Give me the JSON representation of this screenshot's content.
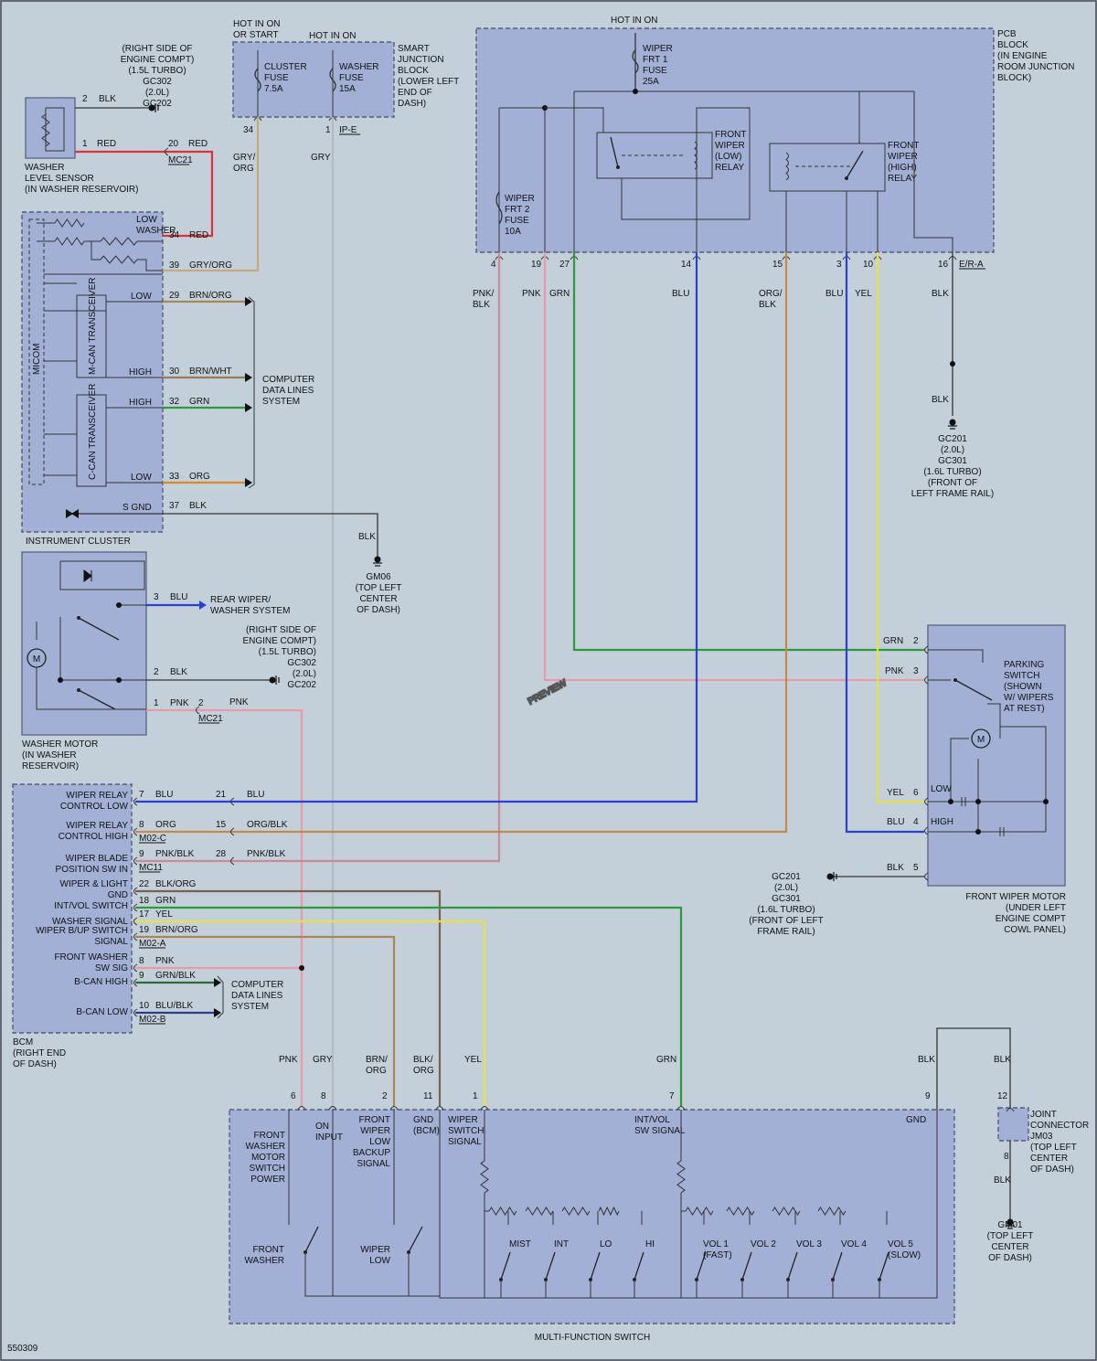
{
  "colors": {
    "RED": "#e0303a",
    "GRY": "#b4b8c0",
    "GRYORG": "#c8a882",
    "BRNORG": "#a9865a",
    "BRNWHT": "#9a7a58",
    "GRN": "#2e9a3c",
    "ORG": "#d98a30",
    "BLK": "#333333",
    "BLU": "#2a3fd6",
    "PNK": "#e89aa8",
    "PNKBLK": "#c98a95",
    "YEL": "#e8e04a",
    "ORGBLK": "#c58a4a",
    "BLKORG": "#7a6050",
    "GRNBLK": "#2e6a3c",
    "BLUBLK": "#2a3f8a"
  },
  "diagram_id": "550309",
  "watermark": "PREVIEW",
  "supply": {
    "hot_on_start": [
      "HOT IN ON",
      "OR START"
    ],
    "hot_on_washer": "HOT IN ON",
    "hot_on_pcb": "HOT IN ON"
  },
  "junction_block": {
    "name": [
      "SMART",
      "JUNCTION",
      "BLOCK",
      "(LOWER LEFT",
      "END OF",
      "DASH)"
    ],
    "cluster_fuse": [
      "CLUSTER",
      "FUSE",
      "7.5A"
    ],
    "washer_fuse": [
      "WASHER",
      "FUSE",
      "15A"
    ],
    "pin_cluster": "34",
    "pin_washer": "1",
    "connector": "IP-E"
  },
  "pcb_block": {
    "name": [
      "PCB",
      "BLOCK",
      "(IN ENGINE",
      "ROOM JUNCTION",
      "BLOCK)"
    ],
    "fuse1": [
      "WIPER",
      "FRT 1",
      "FUSE",
      "25A"
    ],
    "fuse2": [
      "WIPER",
      "FRT 2",
      "FUSE",
      "10A"
    ],
    "relay_low": [
      "FRONT",
      "WIPER",
      "(LOW)",
      "RELAY"
    ],
    "relay_high": [
      "FRONT",
      "WIPER",
      "(HIGH)",
      "RELAY"
    ],
    "pins": [
      "4",
      "19",
      "27",
      "14",
      "15",
      "3",
      "10",
      "16"
    ],
    "connector": "E/R-A",
    "wire_labels": [
      [
        "PNK/",
        "BLK"
      ],
      [
        "PNK"
      ],
      [
        "GRN"
      ],
      [
        "BLU"
      ],
      [
        "ORG/",
        "BLK"
      ],
      [
        "BLU"
      ],
      [
        "YEL"
      ],
      [
        "BLK"
      ]
    ]
  },
  "ground_gc302_top": [
    "(RIGHT SIDE OF",
    "ENGINE COMPT)",
    "(1.5L TURBO)",
    "GC302",
    "(2.0L)",
    "GC202"
  ],
  "washer_sensor": {
    "name": [
      "WASHER",
      "LEVEL SENSOR",
      "(IN WASHER RESERVOIR)"
    ],
    "pin2": "2",
    "pin2_color": "BLK",
    "pin1": "1",
    "pin1_color": "RED",
    "conn_pin": "20",
    "conn_color": "RED",
    "connector": "MC21"
  },
  "cluster": {
    "name": "INSTRUMENT CLUSTER",
    "micom": "MICOM",
    "mcan": "M-CAN TRANSCEIVER",
    "ccan": "C-CAN TRANSCEIVER",
    "low_washer": [
      "LOW",
      "WASHER"
    ],
    "pin34": "34",
    "pin34_color": "RED",
    "pin39": "39",
    "pin39_color": "GRY/ORG",
    "mlow": "LOW",
    "pin29": "29",
    "pin29_color": "BRN/ORG",
    "mhigh": "HIGH",
    "pin30": "30",
    "pin30_color": "BRN/WHT",
    "chigh": "HIGH",
    "pin32": "32",
    "pin32_color": "GRN",
    "clow": "LOW",
    "pin33": "33",
    "pin33_color": "ORG",
    "sgnd": "S GND",
    "pin37": "37",
    "pin37_color": "BLK",
    "data_lines": [
      "COMPUTER",
      "DATA LINES",
      "SYSTEM"
    ],
    "gryorg_label": [
      "GRY/",
      "ORG"
    ],
    "gry_label": "GRY",
    "blk_label": "BLK"
  },
  "gm06": [
    "GM06",
    "(TOP LEFT",
    "CENTER",
    "OF DASH)"
  ],
  "washer_motor": {
    "name": [
      "WASHER MOTOR",
      "(IN WASHER",
      "RESERVOIR)"
    ],
    "pin3": "3",
    "pin3_color": "BLU",
    "rear": [
      "REAR WIPER/",
      "WASHER SYSTEM"
    ],
    "ground": [
      "(RIGHT SIDE OF",
      "ENGINE COMPT)",
      "(1.5L TURBO)",
      "GC302",
      "(2.0L)",
      "GC202"
    ],
    "pin2": "2",
    "pin2_color": "BLK",
    "pin1": "1",
    "pin1_color": "PNK",
    "conn_pin": "2",
    "conn_color": "PNK",
    "connector": "MC21",
    "motor": "M"
  },
  "bcm": {
    "name": [
      "BCM",
      "(RIGHT END",
      "OF DASH)"
    ],
    "rows": [
      {
        "label": [
          "WIPER RELAY",
          "CONTROL LOW"
        ],
        "pin": "7",
        "color": "BLU",
        "conn": "",
        "cpin": "21",
        "ccolor": "BLU"
      },
      {
        "label": [
          "WIPER RELAY",
          "CONTROL HIGH"
        ],
        "pin": "8",
        "color": "ORG",
        "conn": "M02-C",
        "cpin": "15",
        "ccolor": "ORG/BLK"
      },
      {
        "label": [
          "WIPER BLADE",
          "POSITION SW IN"
        ],
        "pin": "9",
        "color": "PNK/BLK",
        "conn": "MC11",
        "cpin": "28",
        "ccolor": "PNK/BLK"
      },
      {
        "label": [
          "WIPER & LIGHT",
          "GND"
        ],
        "pin": "22",
        "color": "BLK/ORG"
      },
      {
        "label": [
          "INT/VOL SWITCH"
        ],
        "pin": "18",
        "color": "GRN"
      },
      {
        "label": [
          "WASHER SIGNAL"
        ],
        "pin": "17",
        "color": "YEL"
      },
      {
        "label": [
          "WIPER B/UP SWITCH",
          "SIGNAL"
        ],
        "pin": "19",
        "color": "BRN/ORG",
        "conn": "M02-A"
      },
      {
        "label": [
          "FRONT WASHER",
          "SW SIG"
        ],
        "pin": "8",
        "color": "PNK"
      },
      {
        "label": [
          "B-CAN HIGH"
        ],
        "pin": "9",
        "color": "GRN/BLK"
      },
      {
        "label": [
          "B-CAN LOW"
        ],
        "pin": "10",
        "color": "BLU/BLK",
        "conn": "M02-B"
      }
    ],
    "data_lines": [
      "COMPUTER",
      "DATA LINES",
      "SYSTEM"
    ]
  },
  "front_motor": {
    "name": [
      "FRONT WIPER MOTOR",
      "(UNDER LEFT",
      "ENGINE COMPT",
      "COWL PANEL)"
    ],
    "parking": [
      "PARKING",
      "SWITCH",
      "(SHOWN",
      "W/ WIPERS",
      "AT REST)"
    ],
    "pins": [
      {
        "color": "GRN",
        "pin": "2"
      },
      {
        "color": "PNK",
        "pin": "3"
      },
      {
        "color": "YEL",
        "pin": "6"
      },
      {
        "color": "BLU",
        "pin": "4"
      },
      {
        "color": "BLK",
        "pin": "5"
      }
    ],
    "low": "LOW",
    "high": "HIGH",
    "motor": "M"
  },
  "ground_gc201_top": [
    "GC201",
    "(2.0L)",
    "GC301",
    "(1.6L TURBO)",
    "(FRONT OF",
    "LEFT FRAME RAIL)"
  ],
  "ground_gc201_mid": [
    "GC201",
    "(2.0L)",
    "GC301",
    "(1.6L TURBO)",
    "(FRONT OF LEFT",
    "FRAME RAIL)"
  ],
  "mfs": {
    "name": "MULTI-FUNCTION SWITCH",
    "wires": [
      {
        "color": "PNK",
        "pin": "6"
      },
      {
        "color": "GRY",
        "pin": "8"
      },
      {
        "color": [
          "BRN/",
          "ORG"
        ],
        "pin": "2"
      },
      {
        "color": [
          "BLK/",
          "ORG"
        ],
        "pin": "11"
      },
      {
        "color": "YEL",
        "pin": "1"
      },
      {
        "color": "GRN",
        "pin": "7"
      },
      {
        "color": "BLK",
        "pin": "9"
      },
      {
        "color": "BLK",
        "pin": "12"
      }
    ],
    "fw_power": [
      "FRONT",
      "WASHER",
      "MOTOR",
      "SWITCH",
      "POWER"
    ],
    "on_input": [
      "ON",
      "INPUT"
    ],
    "low_backup": [
      "FRONT",
      "WIPER",
      "LOW",
      "BACKUP",
      "SIGNAL"
    ],
    "gnd_bcm": [
      "GND",
      "(BCM)"
    ],
    "ws_signal": [
      "WIPER",
      "SWITCH",
      "SIGNAL"
    ],
    "intvol_signal": [
      "INT/VOL",
      "SW SIGNAL"
    ],
    "gnd": "GND",
    "front_washer": [
      "FRONT",
      "WASHER"
    ],
    "wiper_low": [
      "WIPER",
      "LOW"
    ],
    "modes": [
      "MIST",
      "INT",
      "LO",
      "HI"
    ],
    "vols": [
      [
        "VOL 1",
        "(FAST)"
      ],
      [
        "VOL 2"
      ],
      [
        "VOL 3"
      ],
      [
        "VOL 4"
      ],
      [
        "VOL 5",
        "(SLOW)"
      ]
    ]
  },
  "joint": {
    "name": [
      "JOINT",
      "CONNECTOR",
      "JM03",
      "(TOP LEFT",
      "CENTER",
      "OF DASH)"
    ],
    "pin8": "8",
    "blk": "BLK"
  },
  "gm01": [
    "GM01",
    "(TOP LEFT",
    "CENTER",
    "OF DASH)"
  ]
}
